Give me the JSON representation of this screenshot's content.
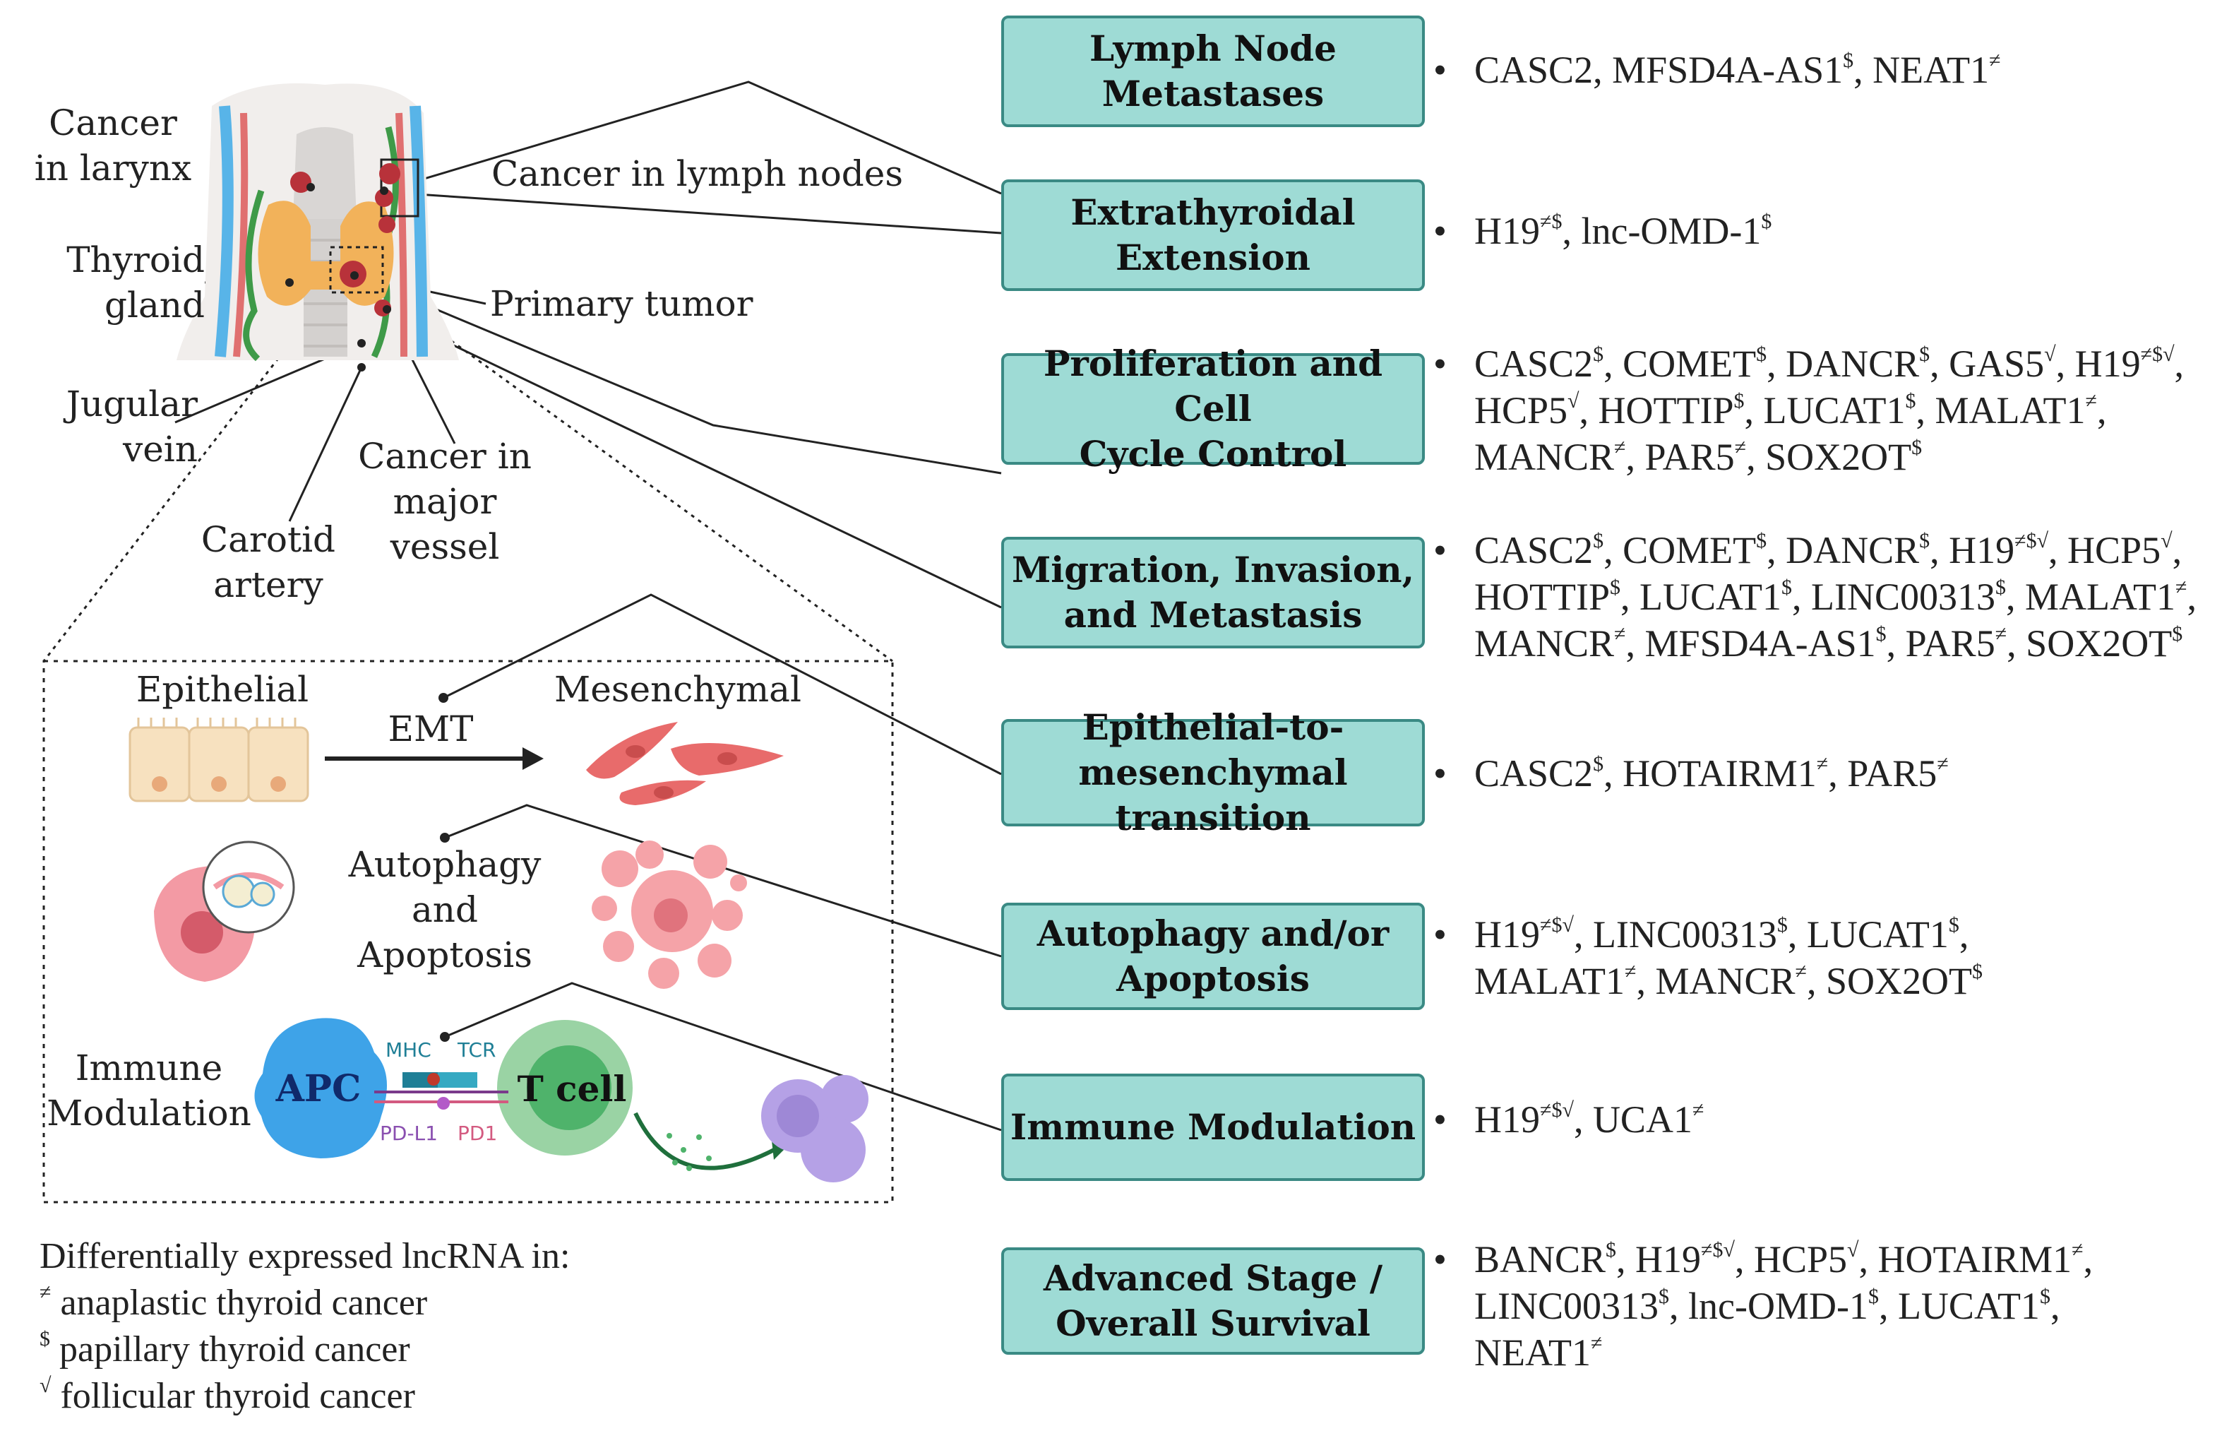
{
  "anatomy": {
    "cancer_in_larynx": "Cancer\nin larynx",
    "cancer_in_lymph_nodes": "Cancer in lymph nodes",
    "thyroid_gland": "Thyroid\ngland",
    "primary_tumor": "Primary tumor",
    "jugular_vein": "Jugular\nvein",
    "cancer_in_major_vessel": "Cancer in\nmajor vessel",
    "carotid_artery": "Carotid\nartery"
  },
  "processes": {
    "epithelial": "Epithelial",
    "mesenchymal": "Mesenchymal",
    "emt": "EMT",
    "autophagy_apoptosis": "Autophagy\nand\nApoptosis",
    "immune_modulation": "Immune\nModulation",
    "apc": "APC",
    "t_cell": "T cell",
    "mhc": "MHC",
    "tcr": "TCR",
    "pd_l1": "PD-L1",
    "pd1": "PD1"
  },
  "categories": [
    {
      "label": "Lymph Node Metastases",
      "genes": [
        [
          [
            "CASC2",
            ""
          ],
          [
            "MFSD4A-AS1",
            "$"
          ],
          [
            "NEAT1",
            "≠"
          ]
        ]
      ]
    },
    {
      "label": "Extrathyroidal\nExtension",
      "genes": [
        [
          [
            "H19",
            "≠$"
          ],
          [
            "lnc-OMD-1",
            "$"
          ]
        ]
      ]
    },
    {
      "label": "Proliferation and Cell\nCycle Control",
      "genes": [
        [
          [
            "CASC2",
            "$"
          ],
          [
            "COMET",
            "$"
          ],
          [
            "DANCR",
            "$"
          ],
          [
            "GAS5",
            "√"
          ],
          [
            "H19",
            "≠$√"
          ]
        ],
        [
          [
            "HCP5",
            "√"
          ],
          [
            "HOTTIP",
            "$"
          ],
          [
            "LUCAT1",
            "$"
          ],
          [
            "MALAT1",
            "≠"
          ]
        ],
        [
          [
            "MANCR",
            "≠"
          ],
          [
            "PAR5",
            "≠"
          ],
          [
            "SOX2OT",
            "$"
          ]
        ]
      ]
    },
    {
      "label": "Migration, Invasion,\nand Metastasis",
      "genes": [
        [
          [
            "CASC2",
            "$"
          ],
          [
            "COMET",
            "$"
          ],
          [
            "DANCR",
            "$"
          ],
          [
            "H19",
            "≠$√"
          ],
          [
            "HCP5",
            "√"
          ]
        ],
        [
          [
            "HOTTIP",
            "$"
          ],
          [
            "LUCAT1",
            "$"
          ],
          [
            "LINC00313",
            "$"
          ],
          [
            "MALAT1",
            "≠"
          ]
        ],
        [
          [
            "MANCR",
            "≠"
          ],
          [
            "MFSD4A-AS1",
            "$"
          ],
          [
            "PAR5",
            "≠"
          ],
          [
            "SOX2OT",
            "$"
          ]
        ]
      ]
    },
    {
      "label": "Epithelial-to-\nmesenchymal transition",
      "genes": [
        [
          [
            "CASC2",
            "$"
          ],
          [
            "HOTAIRM1",
            "≠"
          ],
          [
            "PAR5",
            "≠"
          ]
        ]
      ]
    },
    {
      "label": "Autophagy and/or\nApoptosis",
      "genes": [
        [
          [
            "H19",
            "≠$√"
          ],
          [
            "LINC00313",
            "$"
          ],
          [
            "LUCAT1",
            "$"
          ]
        ],
        [
          [
            "MALAT1",
            "≠"
          ],
          [
            "MANCR",
            "≠"
          ],
          [
            "SOX2OT",
            "$"
          ]
        ]
      ]
    },
    {
      "label": "Immune Modulation",
      "genes": [
        [
          [
            "H19",
            "≠$√"
          ],
          [
            "UCA1",
            "≠"
          ]
        ]
      ]
    },
    {
      "label": "Advanced Stage /\nOverall Survival",
      "genes": [
        [
          [
            "BANCR",
            "$"
          ],
          [
            "H19",
            "≠$√"
          ],
          [
            "HCP5",
            "√"
          ],
          [
            "HOTAIRM1",
            "≠"
          ]
        ],
        [
          [
            "LINC00313",
            "$"
          ],
          [
            "lnc-OMD-1",
            "$"
          ],
          [
            "LUCAT1",
            "$"
          ]
        ],
        [
          [
            "NEAT1",
            "≠"
          ]
        ]
      ]
    }
  ],
  "legend": {
    "title": "Differentially expressed lncRNA in:",
    "items": [
      {
        "mark": "≠",
        "text": "anaplastic thyroid cancer"
      },
      {
        "mark": "$",
        "text": "papillary thyroid cancer"
      },
      {
        "mark": "√",
        "text": "follicular thyroid cancer"
      }
    ]
  },
  "colors": {
    "box_fill": "#9edbd5",
    "box_border": "#3a8a84",
    "tumor": "#b8323a",
    "thyroid": "#f2b25a",
    "vein": "#58b4e8",
    "artery": "#e07070",
    "nerve": "#3f9a48",
    "apc": "#3ea3e8",
    "t_cell": "#4fb36b",
    "mesenchymal": "#e86b6b",
    "epithelial": "#f7e1bf"
  }
}
